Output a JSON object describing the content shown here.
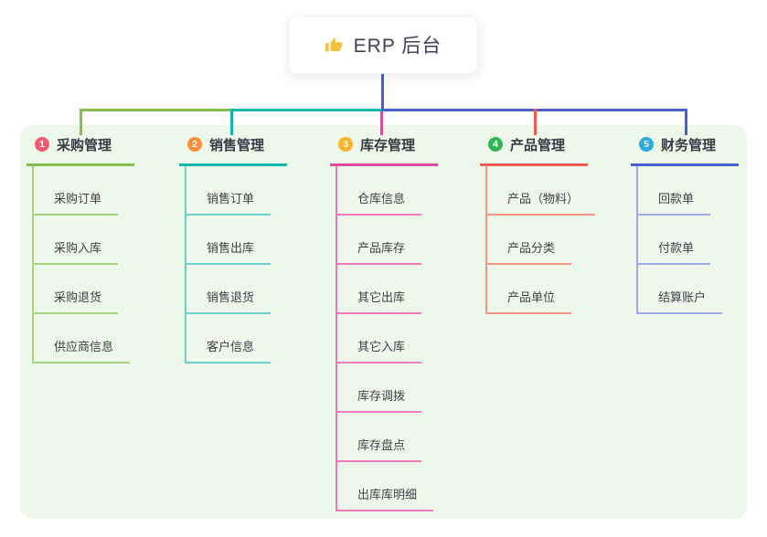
{
  "root": {
    "title": "ERP 后台",
    "icon": "thumbs-up-icon",
    "icon_color": "#f5c33b"
  },
  "panel": {
    "background": "#edf7ea"
  },
  "connector": {
    "stem_color": "#4a5ecf"
  },
  "branches": [
    {
      "index": "1",
      "label": "采购管理",
      "badge_color": "#f25b70",
      "line_color": "#87bd4b",
      "child_line_color": "#a8d47f",
      "children": [
        "采购订单",
        "采购入库",
        "采购退货",
        "供应商信息"
      ]
    },
    {
      "index": "2",
      "label": "销售管理",
      "badge_color": "#fa8f3e",
      "line_color": "#10b7af",
      "child_line_color": "#72d0c9",
      "children": [
        "销售订单",
        "销售出库",
        "销售退货",
        "客户信息"
      ]
    },
    {
      "index": "3",
      "label": "库存管理",
      "badge_color": "#f9b32b",
      "line_color": "#db4c9e",
      "child_line_color": "#f07cb8",
      "children": [
        "仓库信息",
        "产品库存",
        "其它出库",
        "其它入库",
        "库存调拨",
        "库存盘点",
        "出库库明细"
      ]
    },
    {
      "index": "4",
      "label": "产品管理",
      "badge_color": "#33b657",
      "line_color": "#f45b55",
      "child_line_color": "#f7948a",
      "children": [
        "产品（物料）",
        "产品分类",
        "产品单位"
      ]
    },
    {
      "index": "5",
      "label": "财务管理",
      "badge_color": "#2eaadf",
      "line_color": "#4a60d0",
      "child_line_color": "#9aace4",
      "children": [
        "回款单",
        "付款单",
        "结算账户"
      ]
    }
  ]
}
